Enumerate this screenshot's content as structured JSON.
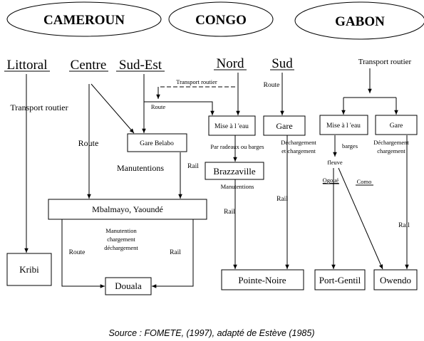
{
  "countries": {
    "cameroun": "CAMEROUN",
    "congo": "CONGO",
    "gabon": "GABON"
  },
  "regions": {
    "littoral": "Littoral",
    "centre": "Centre",
    "sud_est": "Sud-Est",
    "nord": "Nord",
    "sud": "Sud"
  },
  "labels": {
    "transport_routier_cameroun": "Transport routier",
    "transport_routier_nord": "Transport routier",
    "transport_routier_gabon": "Transport routier",
    "route_sud_est": "Route",
    "route_centre": "Route",
    "route_sud": "Route",
    "route_douala": "Route",
    "manutentions_centre": "Manutentions",
    "rail_belabo": "Rail",
    "par_radeaux": "Par radeaux ou barges",
    "manutentions_congo": "Manutentions",
    "rail_brazzaville": "Rail",
    "dechargement_sud_1": "Déchargement",
    "dechargement_sud_2": "et chargement",
    "rail_sud": "Rail",
    "barges_gabon": "barges",
    "fleuve": "fleuve",
    "ogoue": "Ogoué",
    "como": "Como",
    "dechargement_gabon_1": "Déchargement",
    "dechargement_gabon_2": "chargement",
    "rail_gabon": "Rail",
    "manutention_1": "Manutention",
    "manutention_2": "chargement",
    "manutention_3": "déchargement",
    "rail_douala": "Rail"
  },
  "nodes": {
    "mise_eau_congo": "Mise à l 'eau",
    "gare_congo": "Gare",
    "gare_belabo": "Gare Belabo",
    "brazzaville": "Brazzaville",
    "mise_eau_gabon": "Mise à l 'eau",
    "gare_gabon": "Gare",
    "mbalmayo_yaounde": "Mbalmayo, Yaoundé",
    "kribi": "Kribi",
    "douala": "Douala",
    "pointe_noire": "Pointe-Noire",
    "port_gentil": "Port-Gentil",
    "owendo": "Owendo"
  },
  "source": "Source : FOMETE, (1997), adapté de Estève (1985)"
}
